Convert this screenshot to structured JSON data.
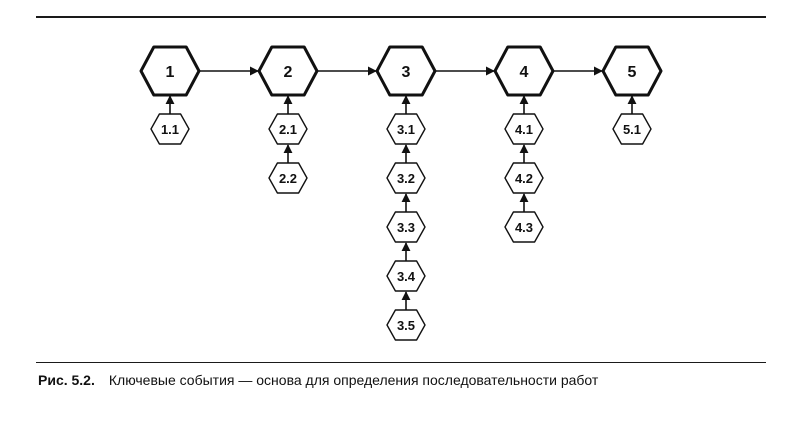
{
  "diagram": {
    "main_events": [
      {
        "id": "1",
        "label": "1",
        "sub_events": [
          "1.1"
        ]
      },
      {
        "id": "2",
        "label": "2",
        "sub_events": [
          "2.1",
          "2.2"
        ]
      },
      {
        "id": "3",
        "label": "3",
        "sub_events": [
          "3.1",
          "3.2",
          "3.3",
          "3.4",
          "3.5"
        ]
      },
      {
        "id": "4",
        "label": "4",
        "sub_events": [
          "4.1",
          "4.2",
          "4.3"
        ]
      },
      {
        "id": "5",
        "label": "5",
        "sub_events": [
          "5.1"
        ]
      }
    ],
    "main_flow": [
      [
        "1",
        "2"
      ],
      [
        "2",
        "3"
      ],
      [
        "3",
        "4"
      ],
      [
        "4",
        "5"
      ]
    ]
  },
  "caption": {
    "label": "Рис. 5.2.",
    "text": "Ключевые события — основа для определения последовательности работ"
  }
}
